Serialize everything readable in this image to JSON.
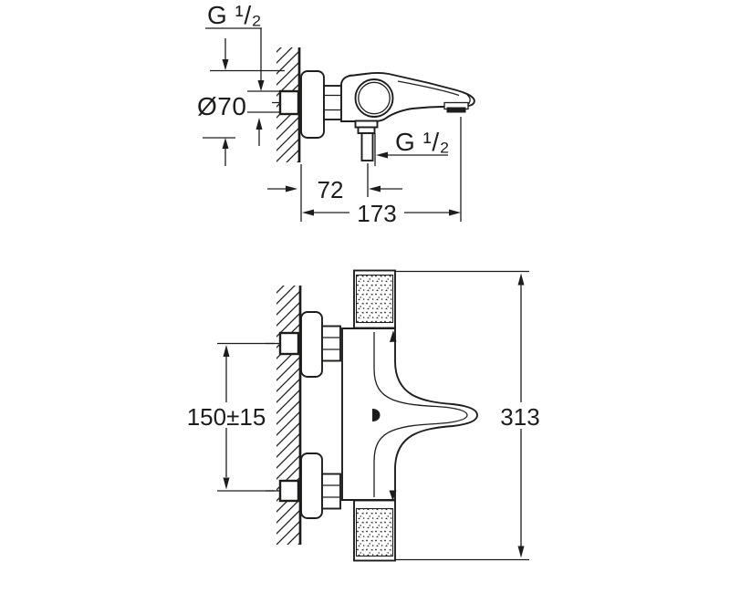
{
  "drawing_type": "bath-mixer-installation-dimensions",
  "background": "#ffffff",
  "line_color": "#1d1d1b",
  "side_view": {
    "thread_label_top": "G ¹/₂",
    "rosette_diameter_label": "Ø70",
    "shower_thread_label": "G ¹/₂",
    "wall_to_shower_outlet_mm": "72",
    "wall_to_spout_tip_mm": "173"
  },
  "plan_view": {
    "inlet_center_distance_mm": "150±15",
    "overall_length_mm": "313"
  }
}
